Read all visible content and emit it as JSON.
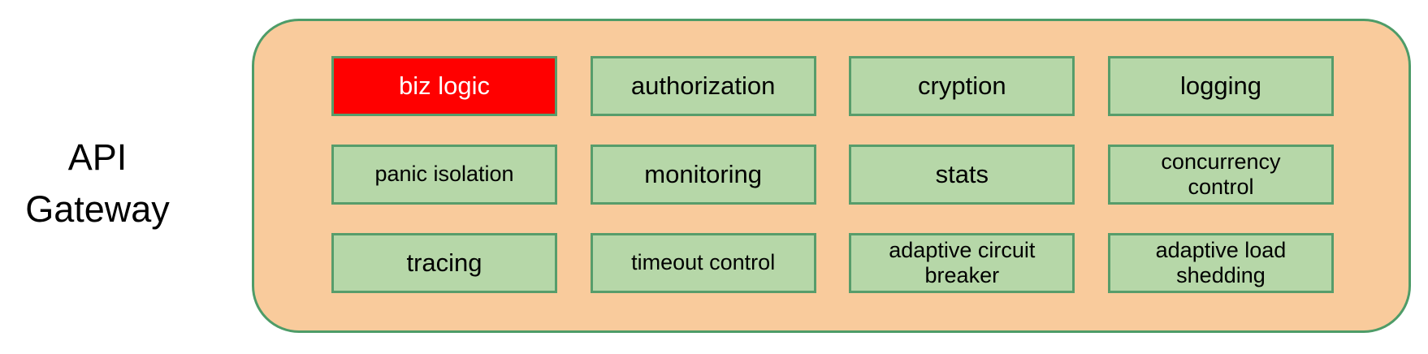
{
  "title_label": "API\nGateway",
  "colors": {
    "container_fill": "#F9CB9C",
    "container_border": "#4E9C68",
    "box_fill": "#B6D7A8",
    "box_border": "#579D6B",
    "highlight_fill": "#FF0000",
    "box_text": "#000000",
    "highlight_text": "#FFFFFF",
    "label_text": "#000000"
  },
  "gateway": {
    "rows": [
      [
        {
          "label": "biz logic",
          "highlight": true
        },
        {
          "label": "authorization"
        },
        {
          "label": "cryption"
        },
        {
          "label": "logging"
        }
      ],
      [
        {
          "label": "panic isolation",
          "small": true
        },
        {
          "label": "monitoring"
        },
        {
          "label": "stats"
        },
        {
          "label": "concurrency\ncontrol",
          "small": true
        }
      ],
      [
        {
          "label": "tracing"
        },
        {
          "label": "timeout control",
          "small": true
        },
        {
          "label": "adaptive circuit\nbreaker",
          "small": true
        },
        {
          "label": "adaptive load\nshedding",
          "small": true
        }
      ]
    ]
  }
}
